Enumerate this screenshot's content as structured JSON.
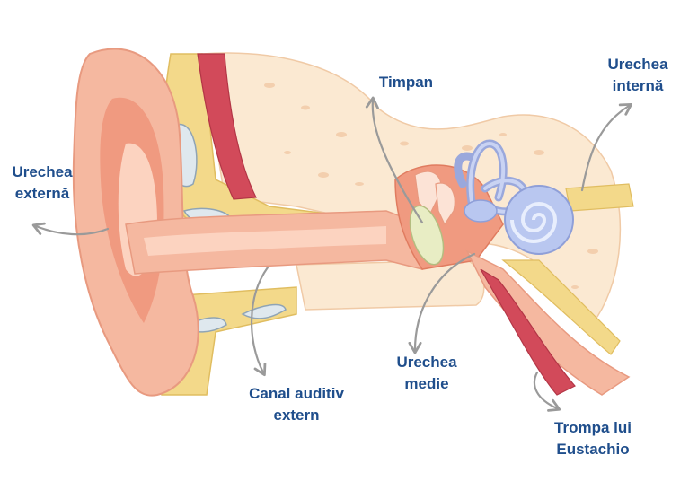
{
  "labels": {
    "outer_ear": {
      "line1": "Urechea",
      "line2": "externă"
    },
    "eardrum": {
      "line1": "Timpan"
    },
    "inner_ear": {
      "line1": "Urechea",
      "line2": "internă"
    },
    "ear_canal": {
      "line1": "Canal auditiv",
      "line2": "extern"
    },
    "middle_ear": {
      "line1": "Urechea",
      "line2": "medie"
    },
    "eustachian_tube": {
      "line1": "Trompa lui",
      "line2": "Eustachio"
    }
  },
  "colors": {
    "label_text": "#1f4e8c",
    "pointer_arrow": "#9a9a9a",
    "skin": "#f5b8a0",
    "skin_dark": "#e89a80",
    "skin_light": "#fce3d6",
    "bone": "#fbe9d2",
    "fat": "#f3d98a",
    "muscle": "#d24a5a",
    "cochlea": "#b9c7f0",
    "eardrum": "#e8edc4"
  }
}
